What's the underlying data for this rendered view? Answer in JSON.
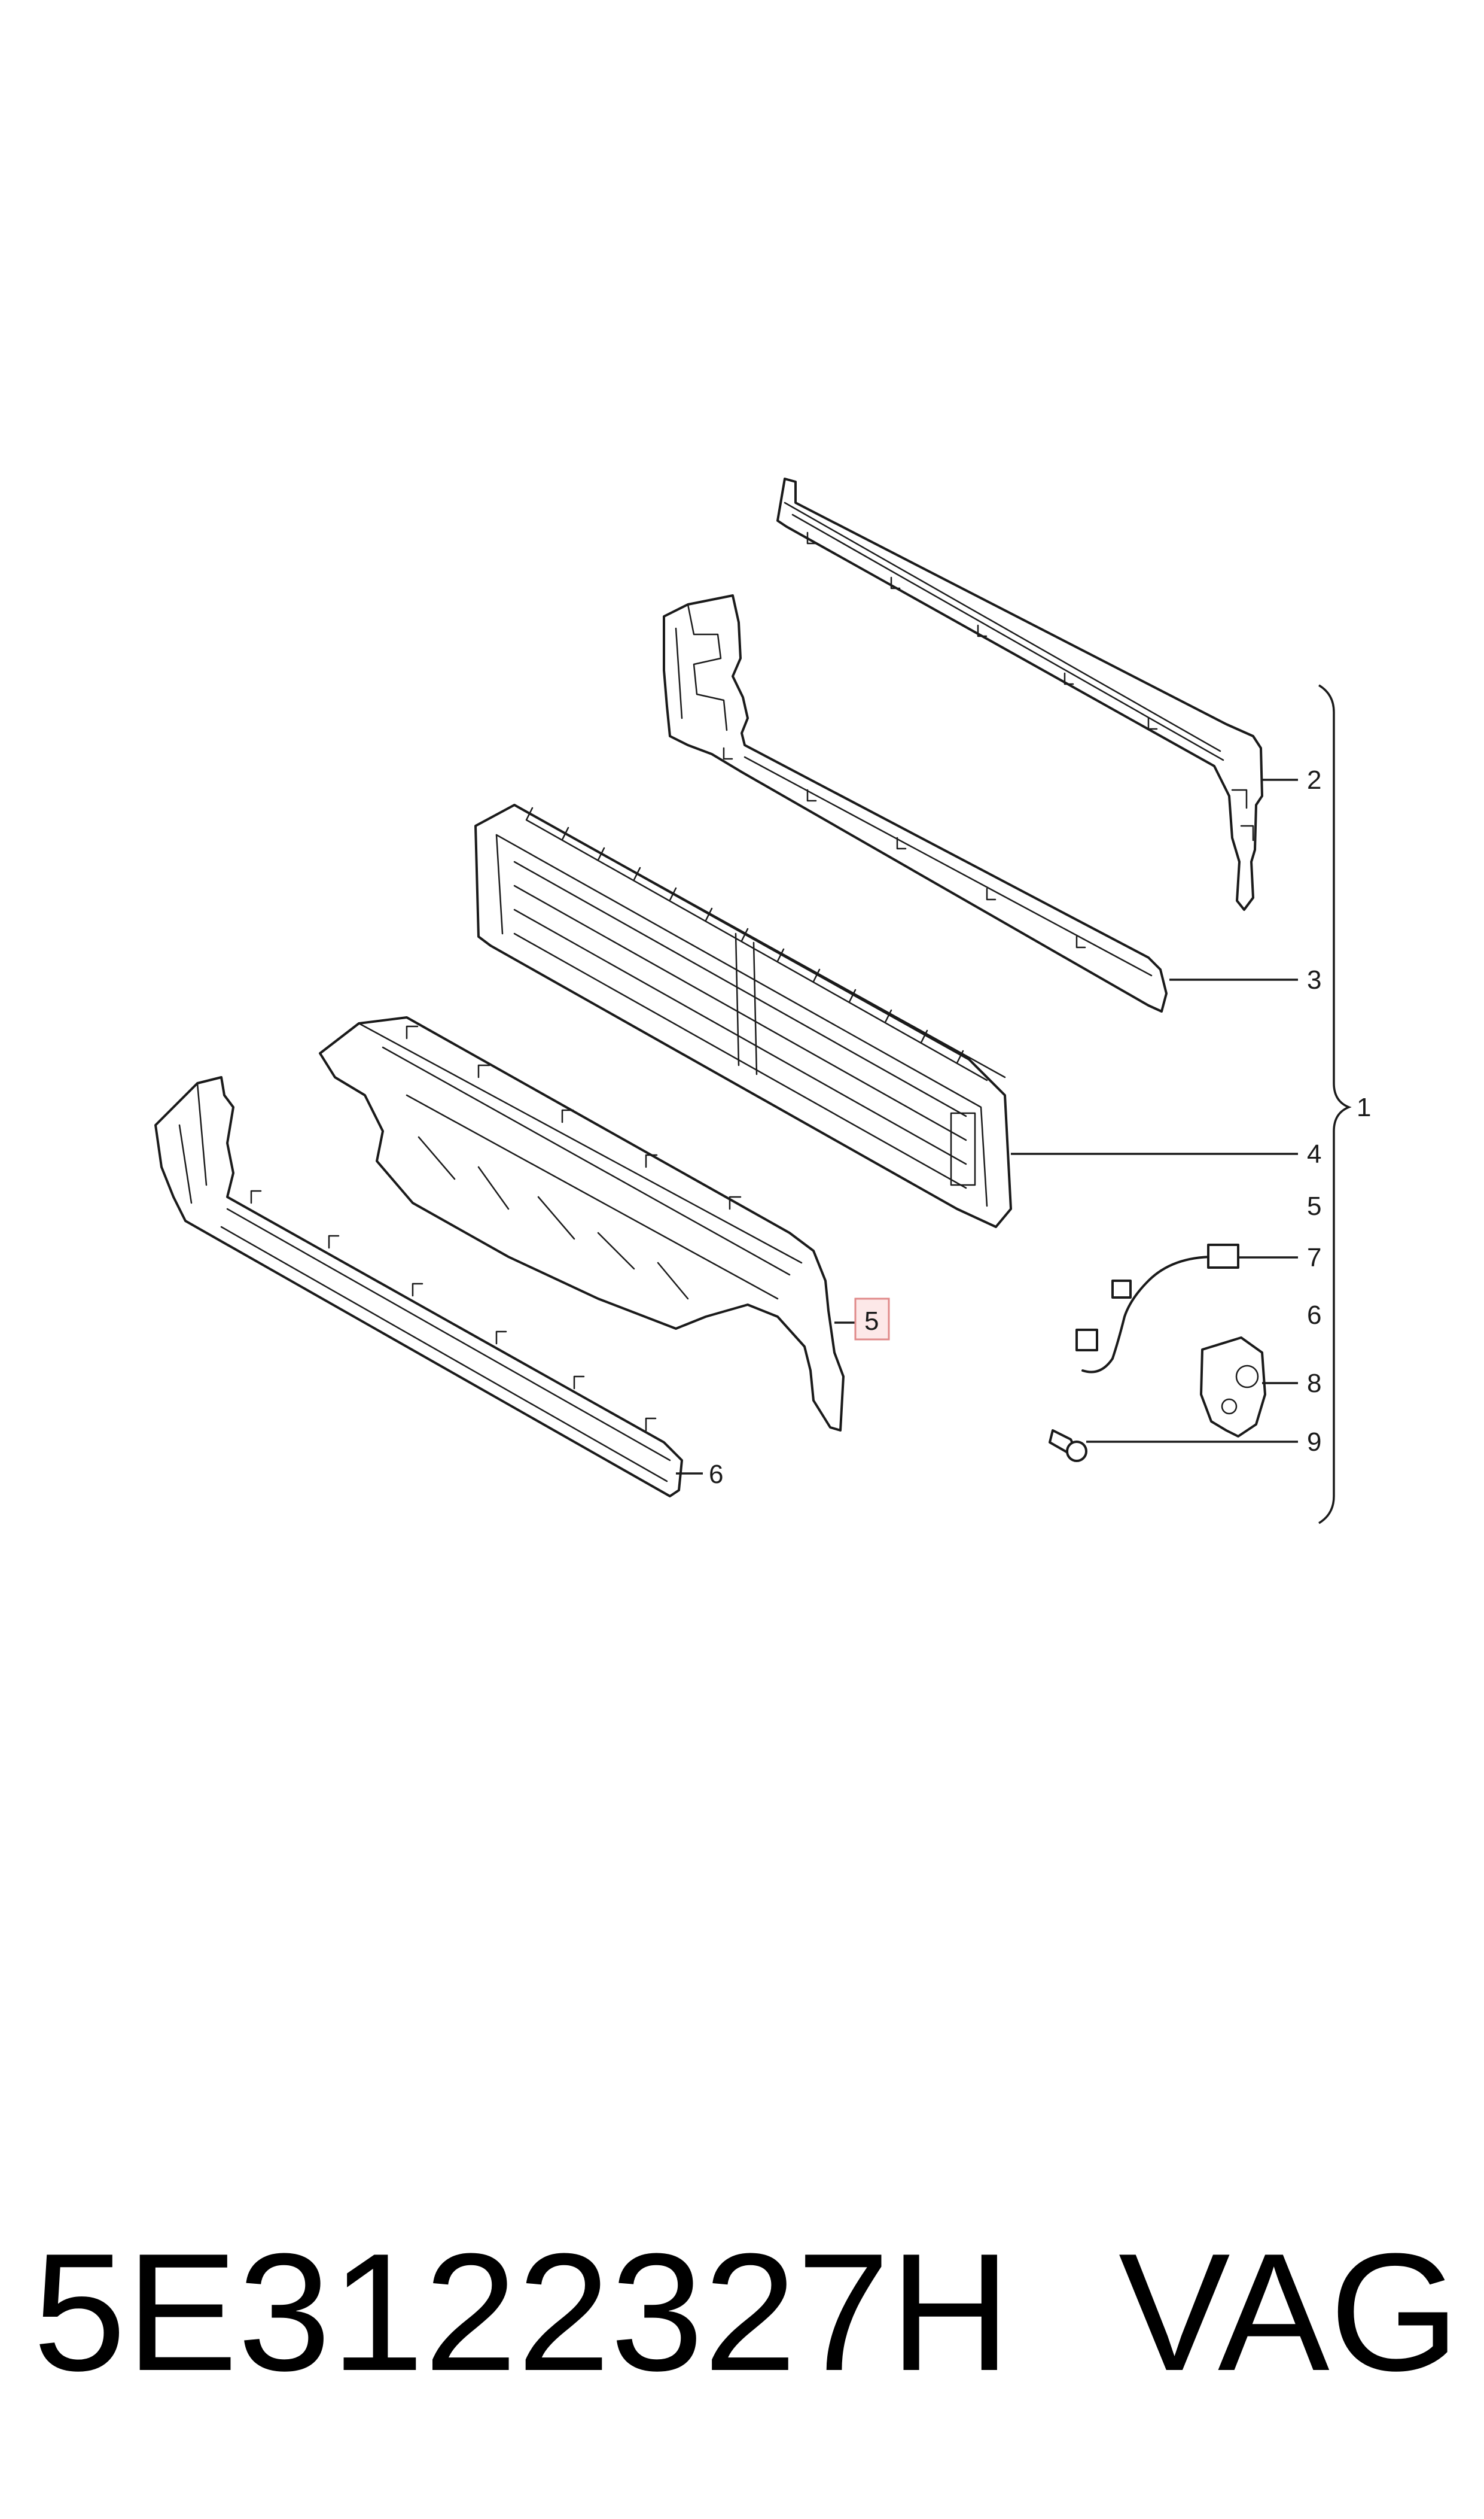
{
  "callouts": {
    "c1": "1",
    "c2": "2",
    "c3": "3",
    "c4": "4",
    "c5_right": "5",
    "c5_highlight": "5",
    "c6_right": "6",
    "c6_bottom": "6",
    "c7": "7",
    "c8": "8",
    "c9": "9"
  },
  "footer": {
    "part_number": "5E3122327H",
    "brand": "VAG"
  },
  "colors": {
    "line": "#1a1a1a",
    "highlight_fill": "#fde8e8",
    "highlight_border": "#e08a8a",
    "background": "#ffffff"
  }
}
